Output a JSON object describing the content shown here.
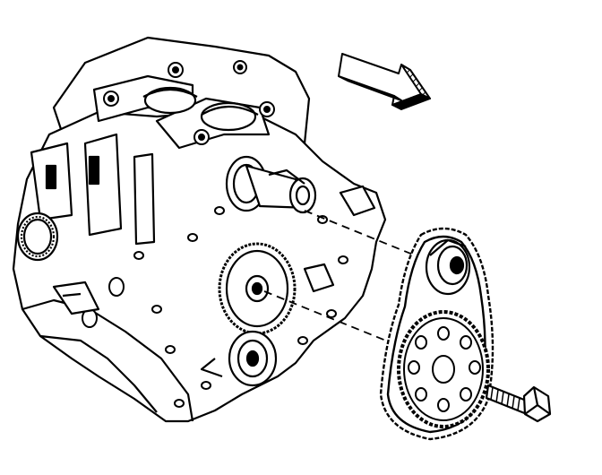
{
  "diagram": {
    "kind": "exploded line illustration",
    "style": "black ink on white",
    "components": [
      {
        "id": "engine-block",
        "icon": "engine-block-icon"
      },
      {
        "id": "crankshaft-sprocket",
        "icon": "gear-icon"
      },
      {
        "id": "timing-chain",
        "icon": "chain-icon"
      },
      {
        "id": "camshaft-sprocket",
        "icon": "sprocket-icon"
      },
      {
        "id": "sprocket-bolt",
        "icon": "bolt-icon"
      },
      {
        "id": "direction-arrow",
        "icon": "arrow-icon"
      }
    ],
    "colors": {
      "ink": "#000000",
      "paper": "#ffffff"
    }
  }
}
